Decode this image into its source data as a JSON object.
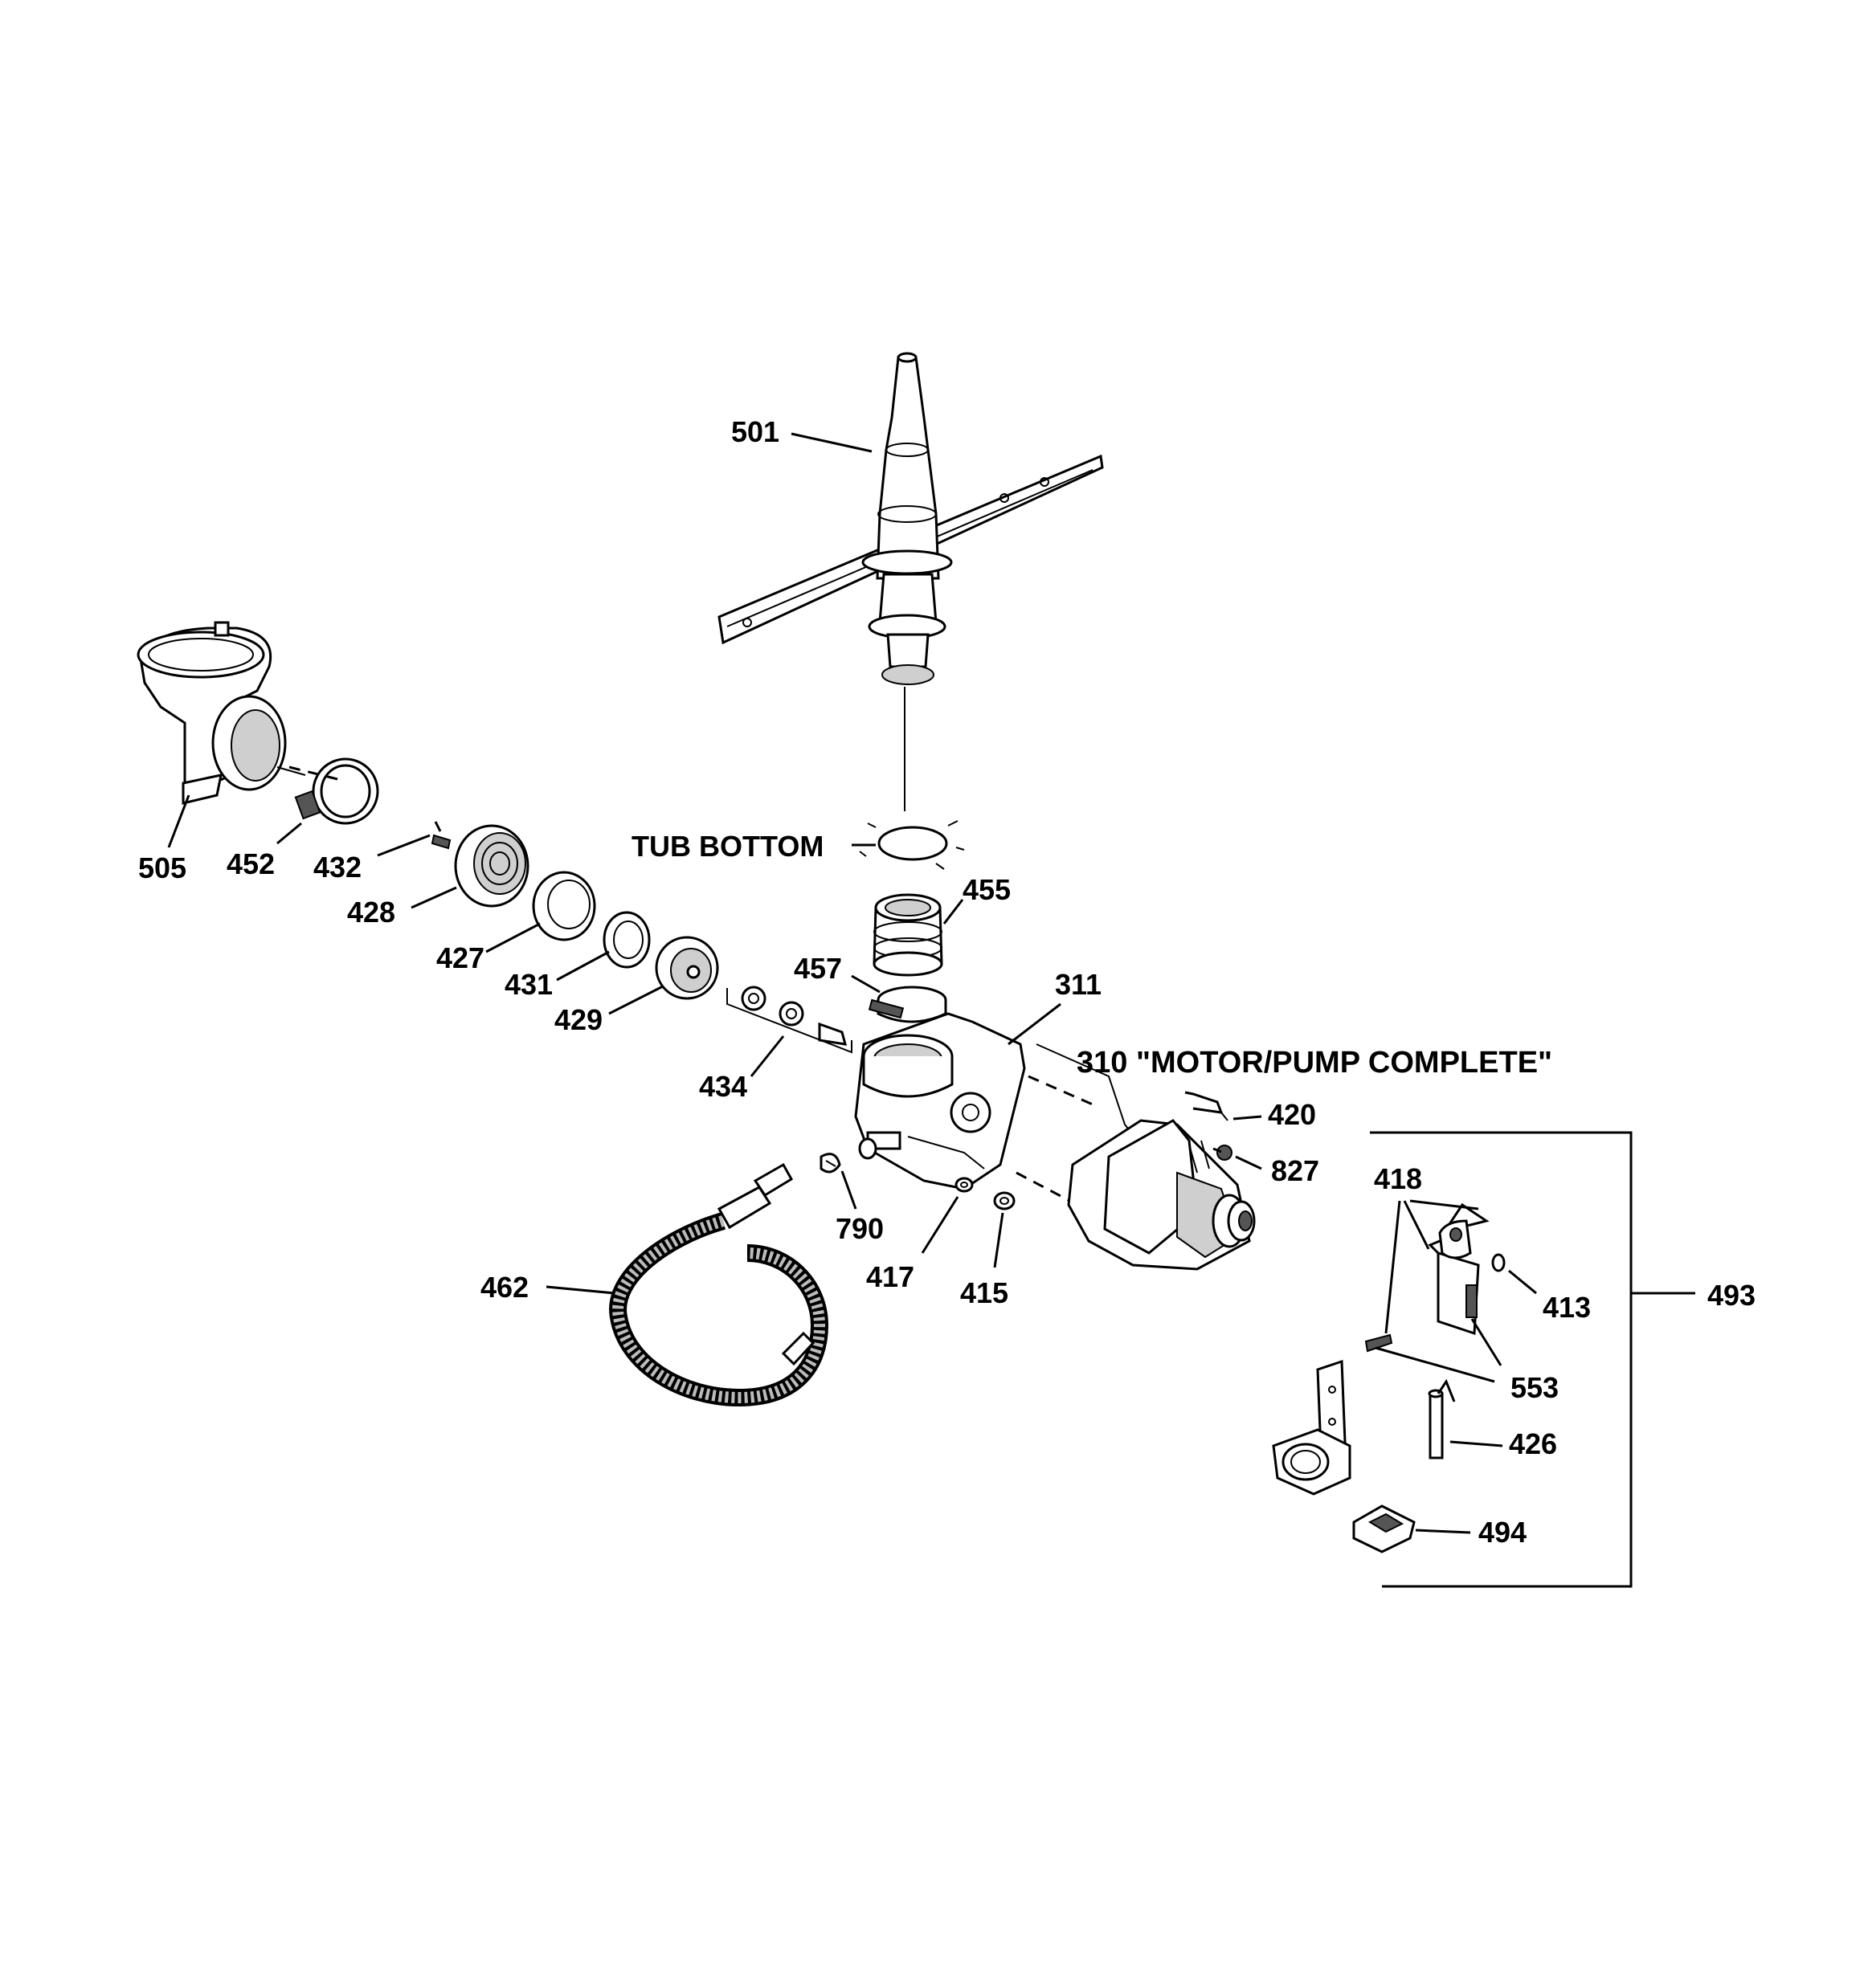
{
  "labels": {
    "p501": "501",
    "tub_bottom": "TUB BOTTOM",
    "p505": "505",
    "p452": "452",
    "p432": "432",
    "p428": "428",
    "p427": "427",
    "p431": "431",
    "p429": "429",
    "p455": "455",
    "p457": "457",
    "p311": "311",
    "p310": "310 \"MOTOR/PUMP COMPLETE\"",
    "p434": "434",
    "p420": "420",
    "p827": "827",
    "p790": "790",
    "p417": "417",
    "p415": "415",
    "p462": "462",
    "p418": "418",
    "p413": "413",
    "p493": "493",
    "p553": "553",
    "p426": "426",
    "p494": "494"
  }
}
